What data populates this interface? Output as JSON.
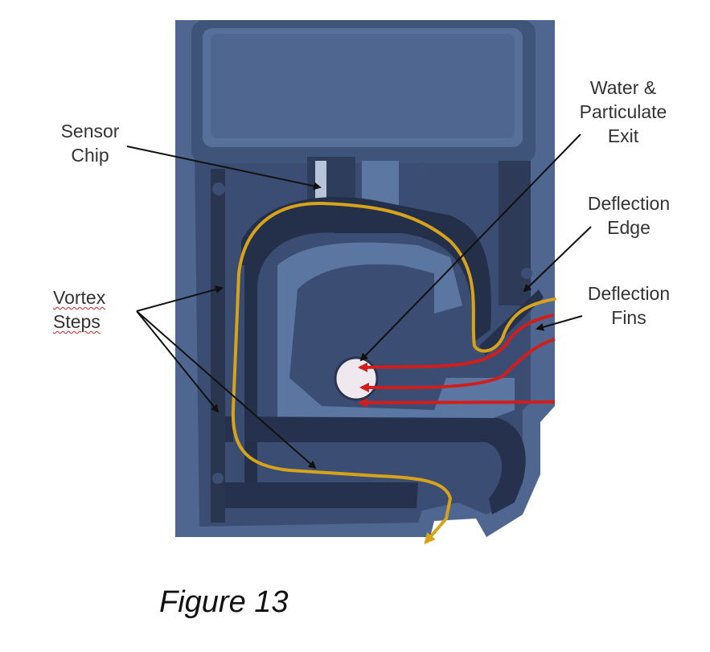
{
  "labels": {
    "sensor_chip": [
      "Sensor",
      "Chip"
    ],
    "water_exit": [
      "Water &",
      "Particulate",
      "Exit"
    ],
    "deflection_edge": [
      "Deflection",
      "Edge"
    ],
    "deflection_fins": [
      "Deflection",
      "Fins"
    ],
    "vortex_steps": [
      "Vortex",
      "Steps"
    ]
  },
  "caption": "Figure 13",
  "colors": {
    "housing": "#4f6690",
    "housing_dark": "#2a3650",
    "flow_path": "#d6a31a",
    "air_flow": "#d21d1d",
    "exit_hole": "#efe8ee",
    "leader": "#111111"
  }
}
